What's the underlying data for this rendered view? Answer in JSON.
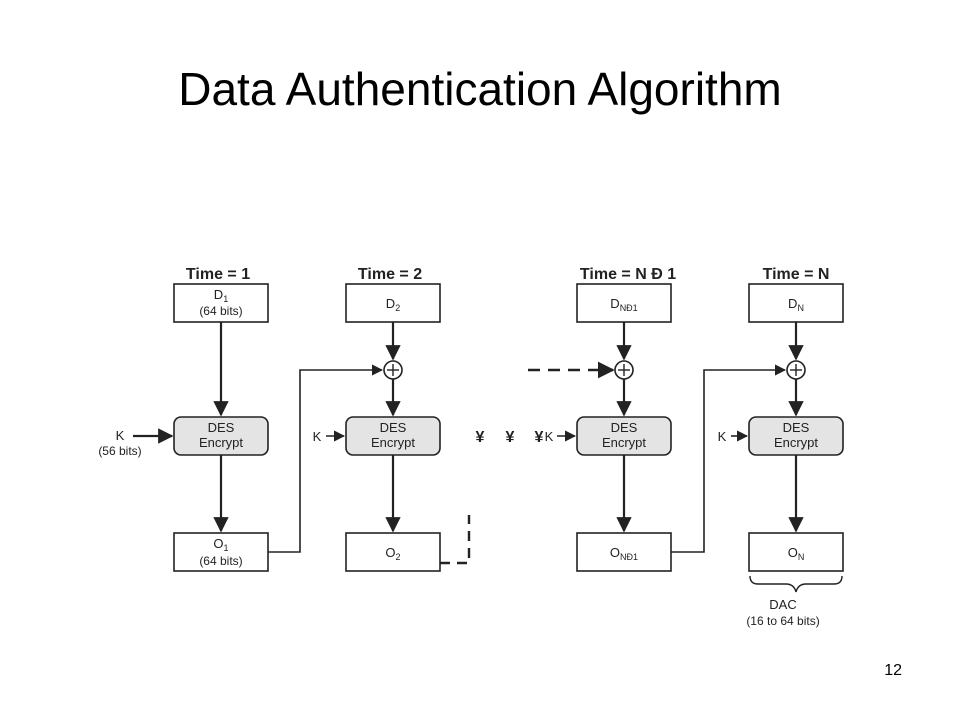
{
  "slide": {
    "title": "Data Authentication Algorithm",
    "page_number": "12"
  },
  "diagram": {
    "stages": [
      {
        "time": "Time = 1",
        "input_main": "D",
        "input_sub": "1",
        "input_note": "(64 bits)",
        "block_line1": "DES",
        "block_line2": "Encrypt",
        "key": "K",
        "key_note": "(56 bits)",
        "output_main": "O",
        "output_sub": "1",
        "output_note": "(64 bits)"
      },
      {
        "time": "Time = 2",
        "input_main": "D",
        "input_sub": "2",
        "block_line1": "DES",
        "block_line2": "Encrypt",
        "key": "K",
        "output_main": "O",
        "output_sub": "2"
      },
      {
        "time": "Time = N Ð 1",
        "input_main": "D",
        "input_sub": "NÐ1",
        "block_line1": "DES",
        "block_line2": "Encrypt",
        "key": "K",
        "output_main": "O",
        "output_sub": "NÐ1"
      },
      {
        "time": "Time = N",
        "input_main": "D",
        "input_sub": "N",
        "block_line1": "DES",
        "block_line2": "Encrypt",
        "key": "K",
        "output_main": "O",
        "output_sub": "N"
      }
    ],
    "ellipsis": [
      "¥",
      "¥",
      "¥"
    ],
    "output_label_line1": "DAC",
    "output_label_line2": "(16 to 64 bits)",
    "colors": {
      "block_fill": "#e4e4e4",
      "stroke": "#222222"
    }
  }
}
